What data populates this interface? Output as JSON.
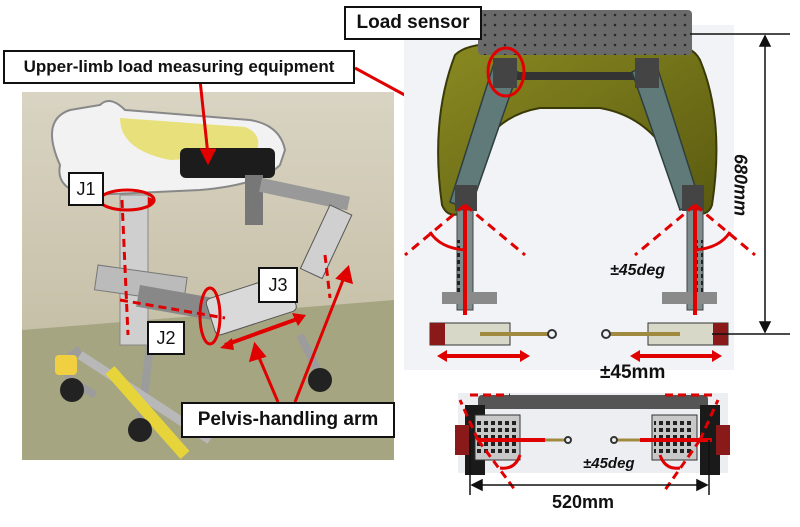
{
  "labels": {
    "load_sensor": "Load sensor",
    "upper_limb": "Upper-limb load measuring equipment",
    "j1": "J1",
    "j2": "J2",
    "j3": "J3",
    "pelvis_arm": "Pelvis-handling arm"
  },
  "dimensions": {
    "height": "680mm",
    "angle_side": "±45deg",
    "stroke": "±45mm",
    "angle_bottom": "±45deg",
    "width": "520mm"
  },
  "colors": {
    "accent_red": "#e00000",
    "frame_olive": "#6b6b14",
    "arm_steel": "#607a7a",
    "photo_bg": "#c9c2ab",
    "floor": "#a6a582"
  }
}
